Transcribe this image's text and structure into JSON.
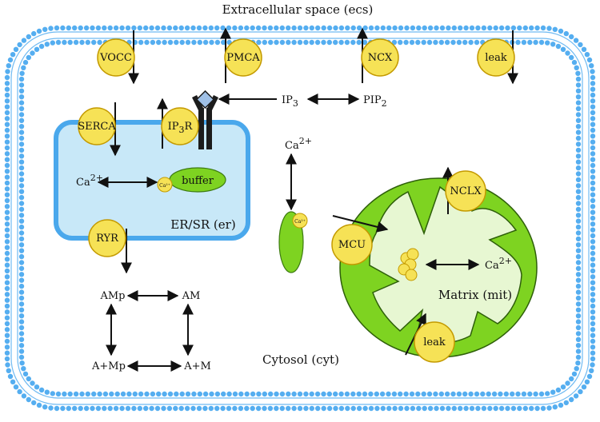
{
  "labels": {
    "ecs": "Extracellular space (ecs)",
    "cytosol": "Cytosol (cyt)",
    "er": "ER/SR (er)",
    "matrix": "Matrix (mit)",
    "ip3": "IP",
    "ip3_sub": "3",
    "pip2": "PIP",
    "pip2_sub": "2",
    "ca_base": "Ca",
    "ca_sup": "2+",
    "buffer": "buffer",
    "ca_small": "Ca²⁺",
    "amp": "AMp",
    "am": "AM",
    "a_mp": "A+Mp",
    "a_m": "A+M"
  },
  "channels": {
    "vocc": "VOCC",
    "pmca": "PMCA",
    "ncx": "NCX",
    "leak_pm": "leak",
    "serca": "SERCA",
    "ip3r_base": "IP",
    "ip3r_sub": "3",
    "ip3r_end": "R",
    "ryr": "RYR",
    "nclx": "NCLX",
    "mcu": "MCU",
    "leak_mit": "leak"
  },
  "colors": {
    "membrane": "#55aef0",
    "er_fill": "#c8e8f8",
    "er_border": "#4aa8ec",
    "channel_fill": "#f6e256",
    "channel_stroke": "#c49a00",
    "mito": "#7ed321",
    "mito_dark": "#4a8a10",
    "receptor": "#1c1c1c",
    "receptor_cap": "#9fc0e6"
  }
}
